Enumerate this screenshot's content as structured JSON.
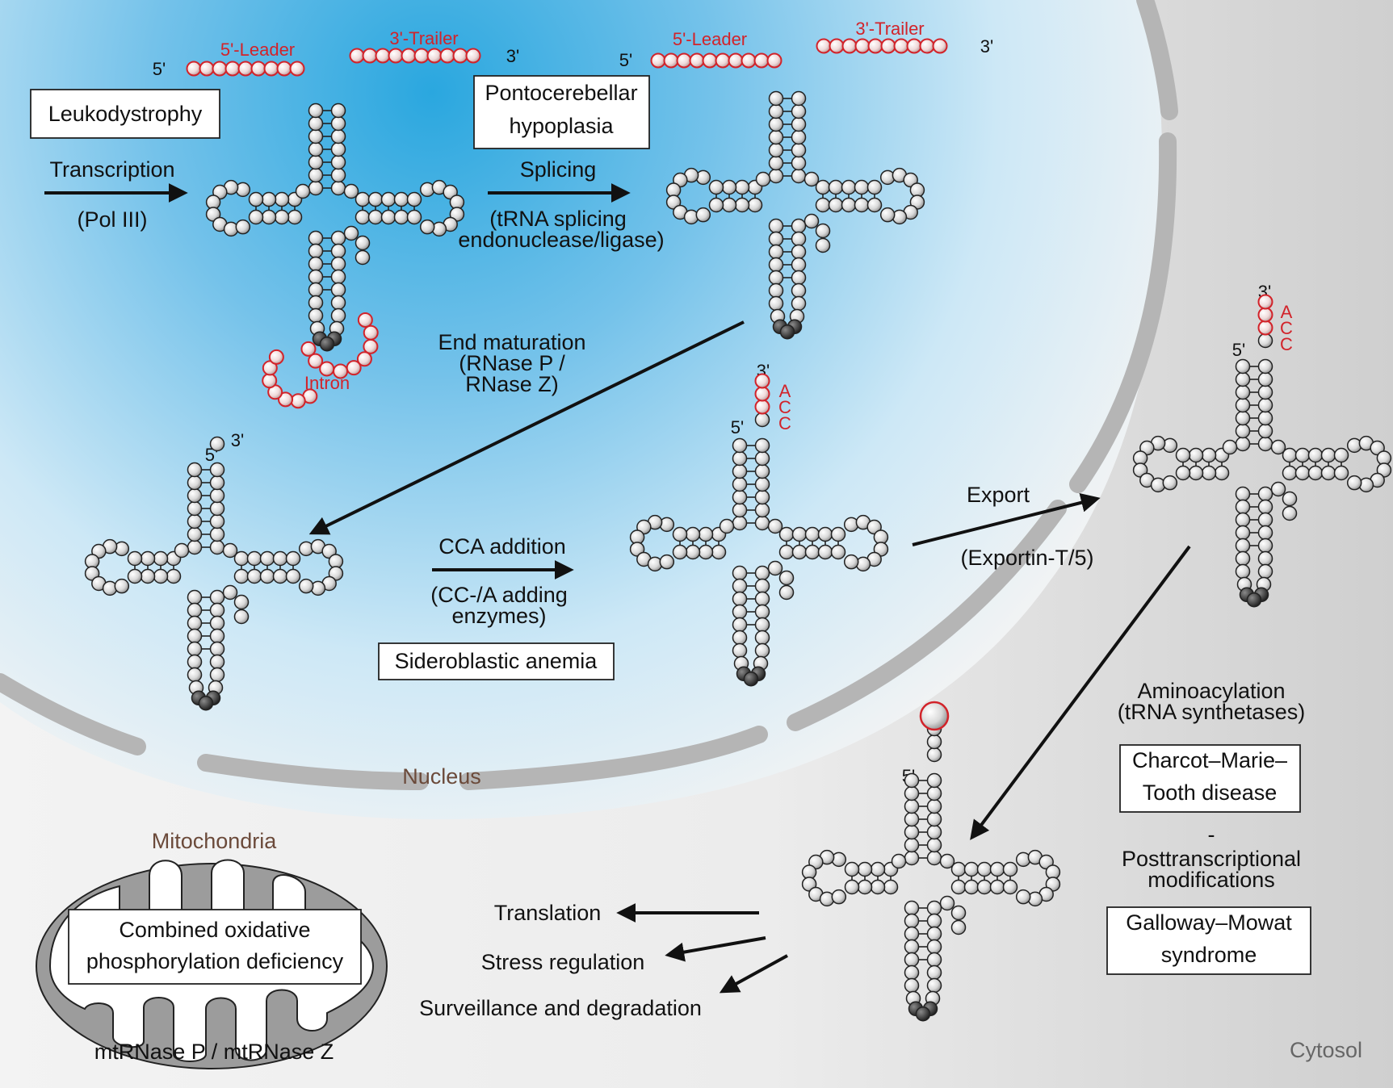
{
  "colors": {
    "nucleus_blue": "#2aa7df",
    "cytosol_grey": "#d4d4d4",
    "envelope": "#b3b3b3",
    "accent_red": "#d2232a",
    "label_brown": "#6b4a3a"
  },
  "icons": [
    "trna-cloverleaf-icon",
    "mitochondrion-icon",
    "arrow-icon"
  ],
  "compartments": {
    "nucleus": "Nucleus",
    "cytosol": "Cytosol",
    "mitochondria": "Mitochondria"
  },
  "precursor": {
    "leader": "5'-Leader",
    "trailer": "3'-Trailer",
    "intron": "Intron",
    "end5": "5'",
    "end3": "3'"
  },
  "ends": {
    "five": "5'",
    "three": "3'"
  },
  "acc": [
    "A",
    "C",
    "C"
  ],
  "steps": {
    "transcription": {
      "title": "Transcription",
      "enzyme": "(Pol III)"
    },
    "splicing": {
      "title": "Splicing",
      "enzyme_line1": "(tRNA splicing",
      "enzyme_line2": "endonuclease/ligase)"
    },
    "end_maturation": {
      "line1": "End maturation",
      "line2": "(RNase P /",
      "line3": "RNase Z)"
    },
    "cca": {
      "title": "CCA addition",
      "enzyme_line1": "(CC-/A adding",
      "enzyme_line2": "enzymes)"
    },
    "export": {
      "title": "Export",
      "enzyme": "(Exportin-T/5)"
    },
    "aminoacylation": {
      "line1": "Aminoacylation",
      "line2": "(tRNA synthetases)"
    },
    "posttranscriptional": {
      "dash": "-",
      "line1": "Posttranscriptional",
      "line2": "modifications"
    }
  },
  "diseases": {
    "leukodystrophy": "Leukodystrophy",
    "pch_line1": "Pontocerebellar",
    "pch_line2": "hypoplasia",
    "sideroblastic": "Sideroblastic anemia",
    "cmt_line1": "Charcot–Marie–",
    "cmt_line2": "Tooth disease",
    "gm_line1": "Galloway–Mowat",
    "gm_line2": "syndrome",
    "coxpd_line1": "Combined oxidative",
    "coxpd_line2": "phosphorylation deficiency"
  },
  "mito_enzymes": "mtRNase P / mtRNase Z",
  "fates": {
    "translation": "Translation",
    "stress": "Stress regulation",
    "surveillance": "Surveillance and degradation"
  }
}
